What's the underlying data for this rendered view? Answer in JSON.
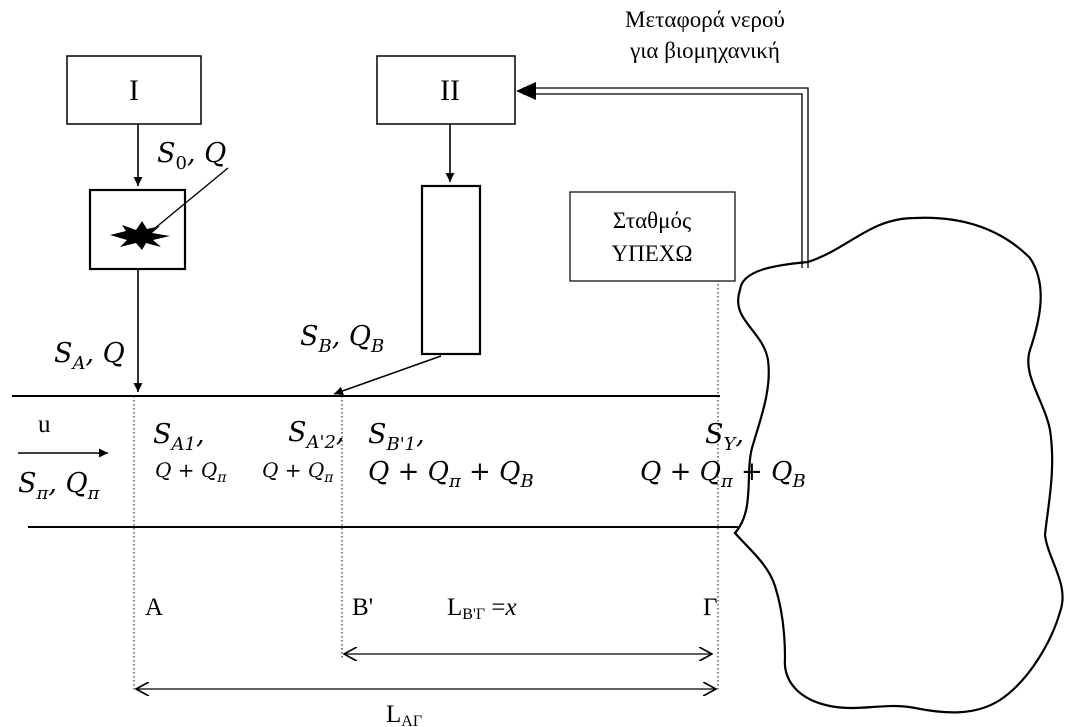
{
  "transport": {
    "line1": "Μεταφορά νερού",
    "line2": "για βιομηχανική"
  },
  "box_i": "I",
  "box_ii": "II",
  "station": {
    "line1": "Σταθμός",
    "line2": "ΥΠΕΧΩ"
  },
  "labels": {
    "s0_q": {
      "s": "S",
      "sub": "0",
      "rest": ", Q"
    },
    "sa_q": {
      "s": "S",
      "sub": "A",
      "rest": ", Q"
    },
    "sb_qb": {
      "s": "S",
      "sub": "B",
      "rest": ", Q",
      "sub2": "B"
    },
    "u": "u",
    "spi_qpi": {
      "s": "S",
      "sub": "π",
      "rest": ", Q",
      "sub2": "π"
    },
    "sa1": {
      "s": "S",
      "sub": "A1",
      "rest": ","
    },
    "sa1_flow": {
      "a": "Q + Q",
      "sub": "π"
    },
    "sa2": {
      "s": "S",
      "sub": "A'2",
      "rest": ","
    },
    "sa2_flow": {
      "a": "Q + Q",
      "sub": "π"
    },
    "sb1": {
      "s": "S",
      "sub": "B'1",
      "rest": ","
    },
    "sb1_flow": {
      "a": "Q + Q",
      "sub": "π",
      "b": " + Q",
      "sub2": "B"
    },
    "sy": {
      "s": "S",
      "sub": "Y",
      "rest": ","
    },
    "sy_flow": {
      "a": "Q + Q",
      "sub": "π",
      "b": " + Q",
      "sub2": "B"
    }
  },
  "points": {
    "a": "A",
    "b_prime": "B'",
    "gamma": "Γ"
  },
  "dim_bg": {
    "l": "L",
    "sub": "B'Γ",
    "eq": " =",
    "x": "x"
  },
  "dim_ag": {
    "l": "L",
    "sub": "AΓ"
  }
}
